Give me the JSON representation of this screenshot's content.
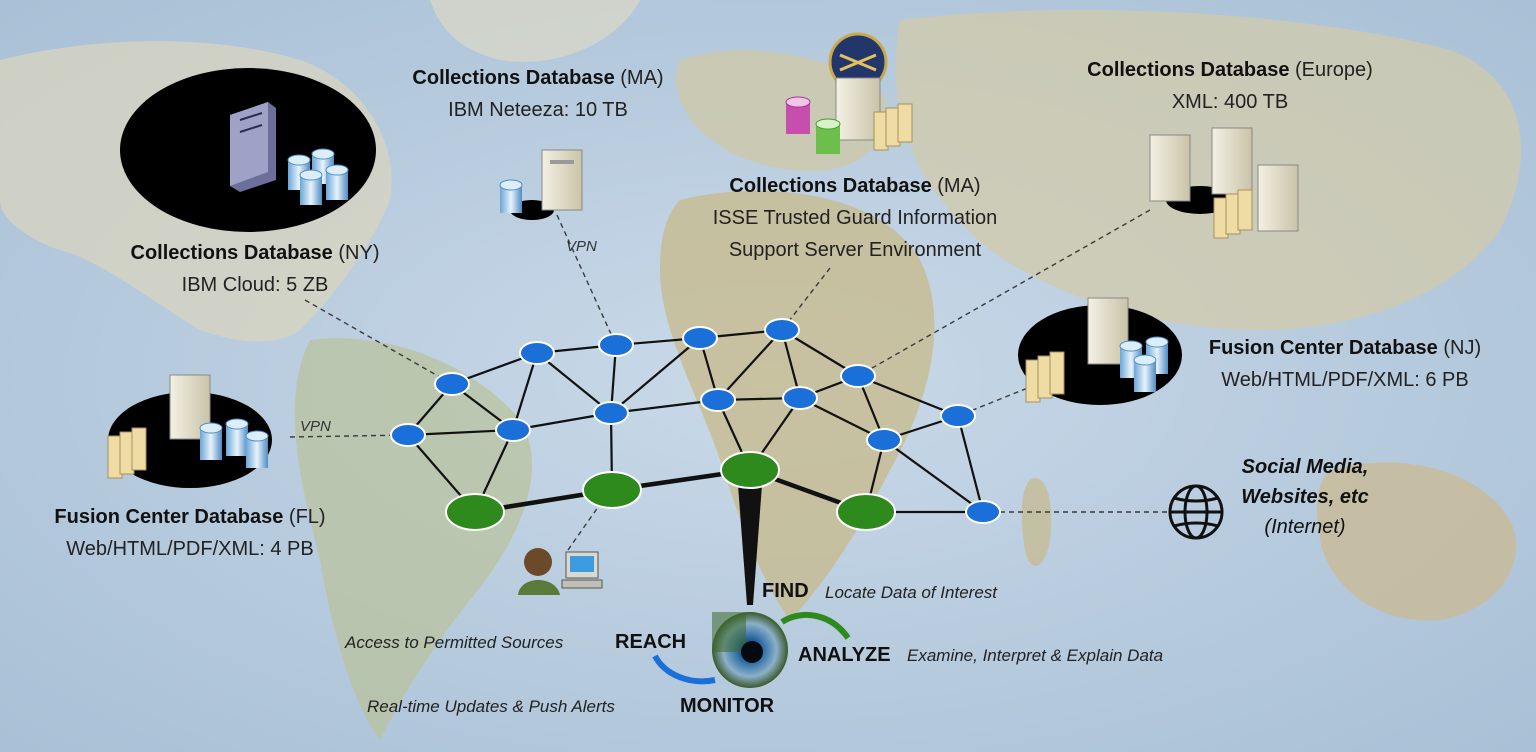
{
  "databases": {
    "ny": {
      "name": "Collections Database",
      "loc": "(NY)",
      "detail": "IBM Cloud: 5 ZB"
    },
    "ma1": {
      "name": "Collections Database",
      "loc": "(MA)",
      "detail": "IBM Neteeza: 10 TB"
    },
    "ma2": {
      "name": "Collections Database",
      "loc": "(MA)",
      "detail1": "ISSE Trusted Guard Information",
      "detail2": "Support Server Environment"
    },
    "europe": {
      "name": "Collections Database",
      "loc": "(Europe)",
      "detail": "XML: 400 TB"
    },
    "nj": {
      "name": "Fusion Center Database",
      "loc": "(NJ)",
      "detail": "Web/HTML/PDF/XML: 6 PB"
    },
    "fl": {
      "name": "Fusion Center Database",
      "loc": "(FL)",
      "detail": "Web/HTML/PDF/XML: 4 PB"
    }
  },
  "vpn_label": "VPN",
  "internet": {
    "line1": "Social Media,",
    "line2": "Websites, etc",
    "line3": "(Internet)"
  },
  "actions": {
    "find": {
      "label": "FIND",
      "desc": "Locate Data of Interest"
    },
    "reach": {
      "label": "REACH",
      "desc": "Access to Permitted Sources"
    },
    "analyze": {
      "label": "ANALYZE",
      "desc": "Examine, Interpret & Explain Data"
    },
    "monitor": {
      "label": "MONITOR",
      "desc": "Real-time Updates & Push Alerts"
    }
  },
  "colors": {
    "node_blue": "#1a6fd8",
    "node_green": "#2f8a1e",
    "background": "#b9cde0"
  }
}
